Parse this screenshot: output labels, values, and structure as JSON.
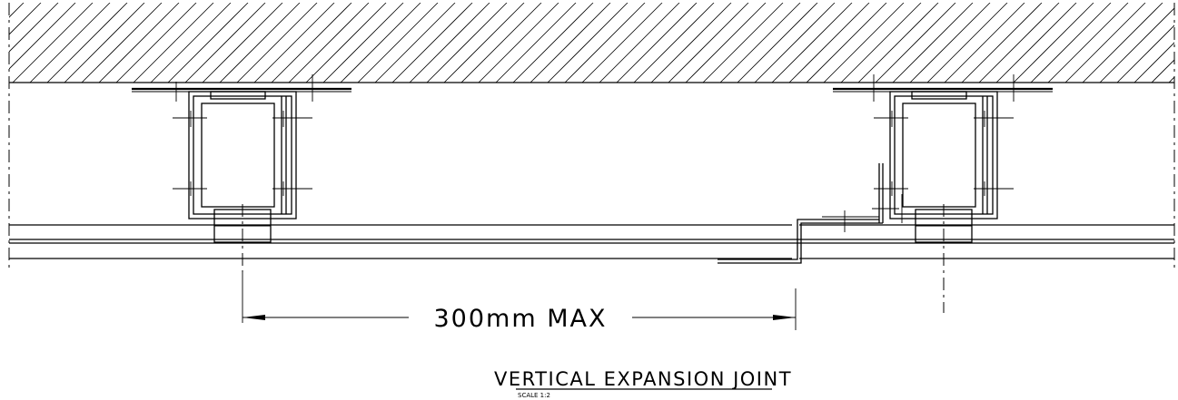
{
  "dimension": {
    "label": "300mm MAX"
  },
  "title": {
    "text": "VERTICAL EXPANSION JOINT",
    "scale": "SCALE 1:2"
  }
}
